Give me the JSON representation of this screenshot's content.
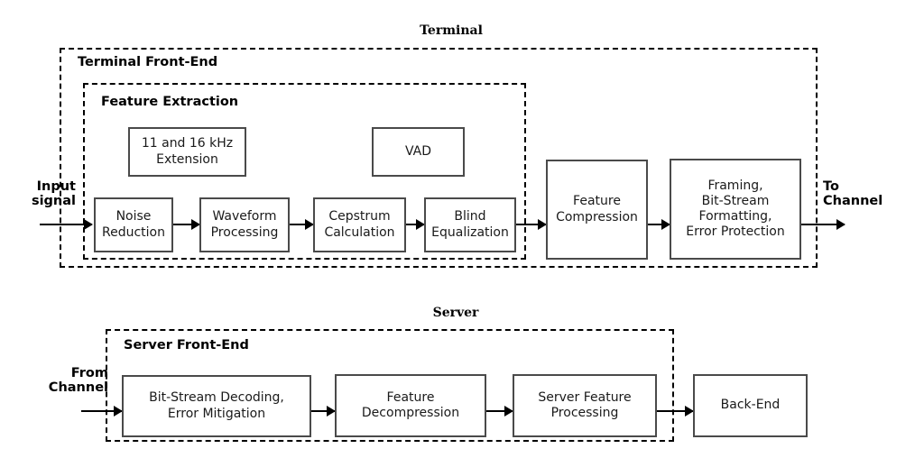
{
  "diagram": {
    "title_terminal": "Terminal",
    "title_server": "Server",
    "groups": {
      "terminal_front_end": "Terminal Front-End",
      "feature_extraction": "Feature Extraction",
      "server_front_end": "Server Front-End"
    },
    "terminal_blocks": {
      "extension_line1": "11 and 16 kHz",
      "extension_line2": "Extension",
      "vad": "VAD",
      "noise_reduction_line1": "Noise",
      "noise_reduction_line2": "Reduction",
      "waveform_line1": "Waveform",
      "waveform_line2": "Processing",
      "cepstrum_line1": "Cepstrum",
      "cepstrum_line2": "Calculation",
      "blind_eq_line1": "Blind",
      "blind_eq_line2": "Equalization",
      "feature_compression_line1": "Feature",
      "feature_compression_line2": "Compression",
      "framing_line1": "Framing,",
      "framing_line2": "Bit-Stream",
      "framing_line3": "Formatting,",
      "framing_line4": "Error Protection"
    },
    "server_blocks": {
      "bitstream_decoding_line1": "Bit-Stream Decoding,",
      "bitstream_decoding_line2": "Error Mitigation",
      "feature_decompression_line1": "Feature",
      "feature_decompression_line2": "Decompression",
      "server_feature_line1": "Server Feature",
      "server_feature_line2": "Processing",
      "back_end": "Back-End"
    },
    "edge_labels": {
      "input_line1": "Input",
      "input_line2": "signal",
      "to_channel_line1": "To",
      "to_channel_line2": "Channel",
      "from_channel_line1": "From",
      "from_channel_line2": "Channel"
    },
    "colors": {
      "stroke": "#000000",
      "box_border": "#4a4a4a",
      "background": "#ffffff",
      "text": "#1a1a1a"
    }
  }
}
